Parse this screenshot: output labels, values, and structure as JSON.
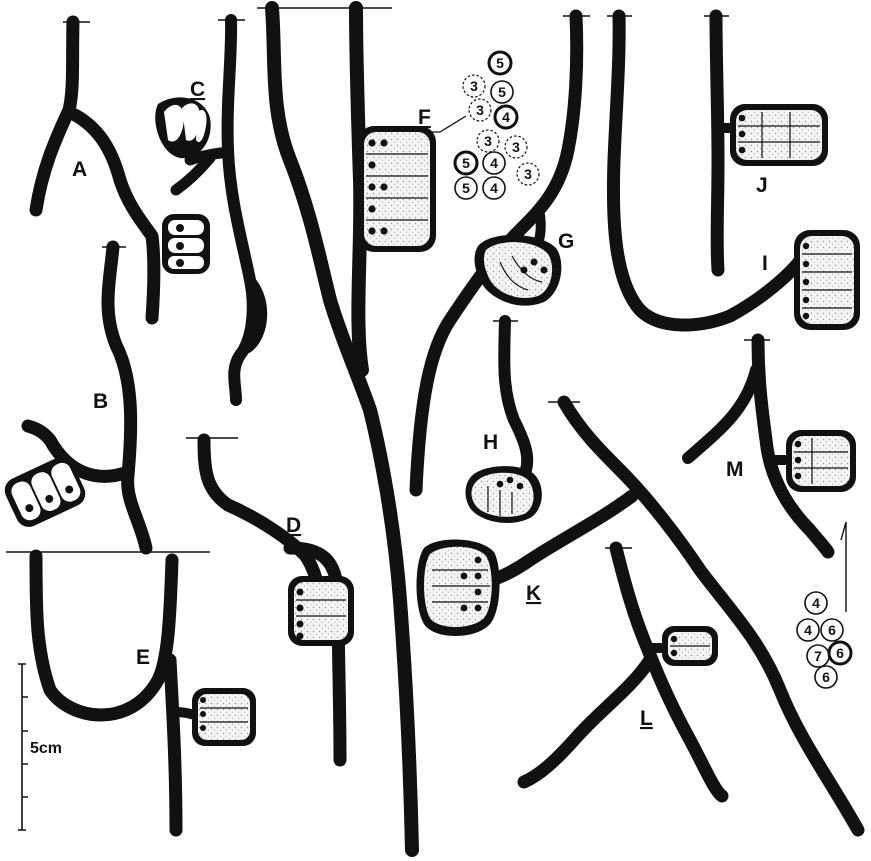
{
  "labels": {
    "A": "A",
    "B": "B",
    "C": "C",
    "D": "D",
    "E": "E",
    "F": "F",
    "G": "G",
    "H": "H",
    "I": "I",
    "J": "J",
    "K": "K",
    "L": "L",
    "M": "M"
  },
  "scale_bar": {
    "label": "5cm"
  },
  "diagram_F": {
    "numbers": [
      "5",
      "3",
      "5",
      "3",
      "4",
      "3",
      "3",
      "5",
      "4",
      "3",
      "5",
      "4"
    ]
  },
  "diagram_L": {
    "numbers": [
      "4",
      "4",
      "6",
      "7",
      "6",
      "6"
    ]
  },
  "colors": {
    "stem": "#111111",
    "nest": "#f3f3f3",
    "background": "#ffffff"
  }
}
